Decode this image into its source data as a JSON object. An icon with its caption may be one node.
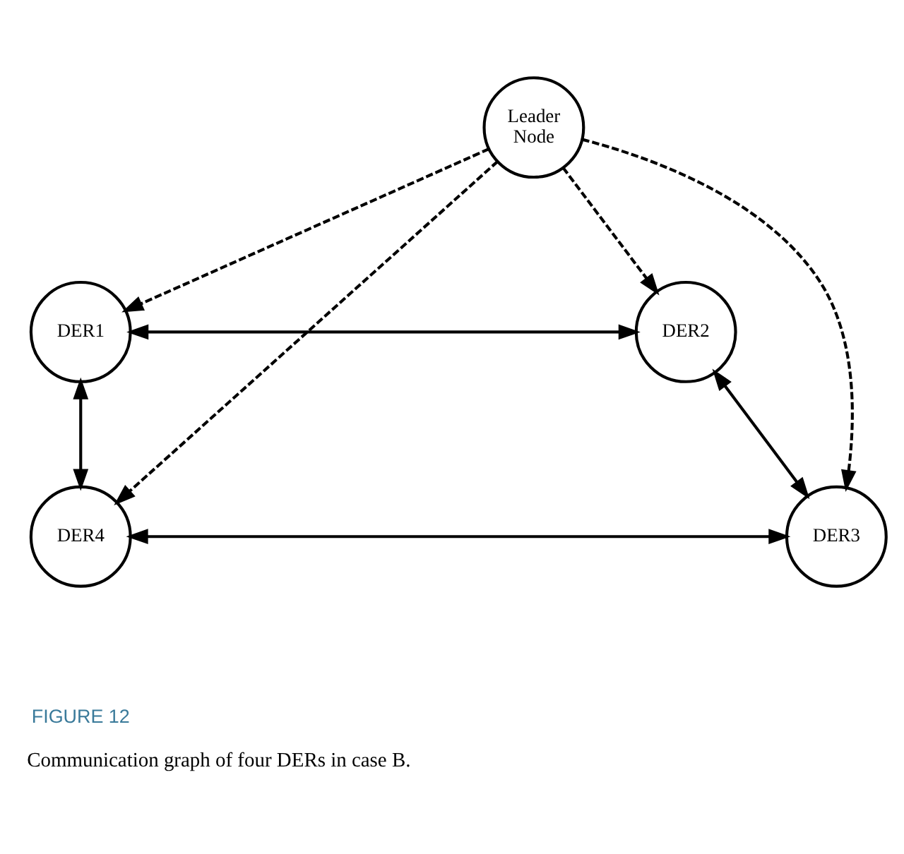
{
  "diagram": {
    "caption": "Communication graph of four DERs in case B.",
    "nodes": [
      {
        "text": [
          "DER1"
        ]
      },
      {
        "text": [
          "DER2"
        ]
      },
      {
        "text": [
          "Leader Node"
        ]
      },
      {
        "text": [
          "DER4"
        ]
      },
      {
        "text": [
          "DER3"
        ]
      }
    ],
    "edges": [
      {
        "from": 0,
        "to": 1,
        "arrow": "both"
      },
      {
        "from": 1,
        "to": 4,
        "arrow": "both"
      },
      {
        "from": 0,
        "to": 3,
        "arrow": "both"
      },
      {
        "from": 3,
        "to": 4,
        "arrow": "both"
      },
      {
        "from": 2,
        "to": 0,
        "arrow": "to",
        "style": "dashed"
      },
      {
        "from": 2,
        "to": 1,
        "arrow": "to",
        "style": "dashed"
      },
      {
        "from": 2,
        "to": 3,
        "arrow": "to",
        "style": "dashed"
      },
      {
        "from": 2,
        "to": 4,
        "arrow": "to",
        "style": "dashed"
      }
    ],
    "labels": [
      "FIGURE 12"
    ]
  }
}
